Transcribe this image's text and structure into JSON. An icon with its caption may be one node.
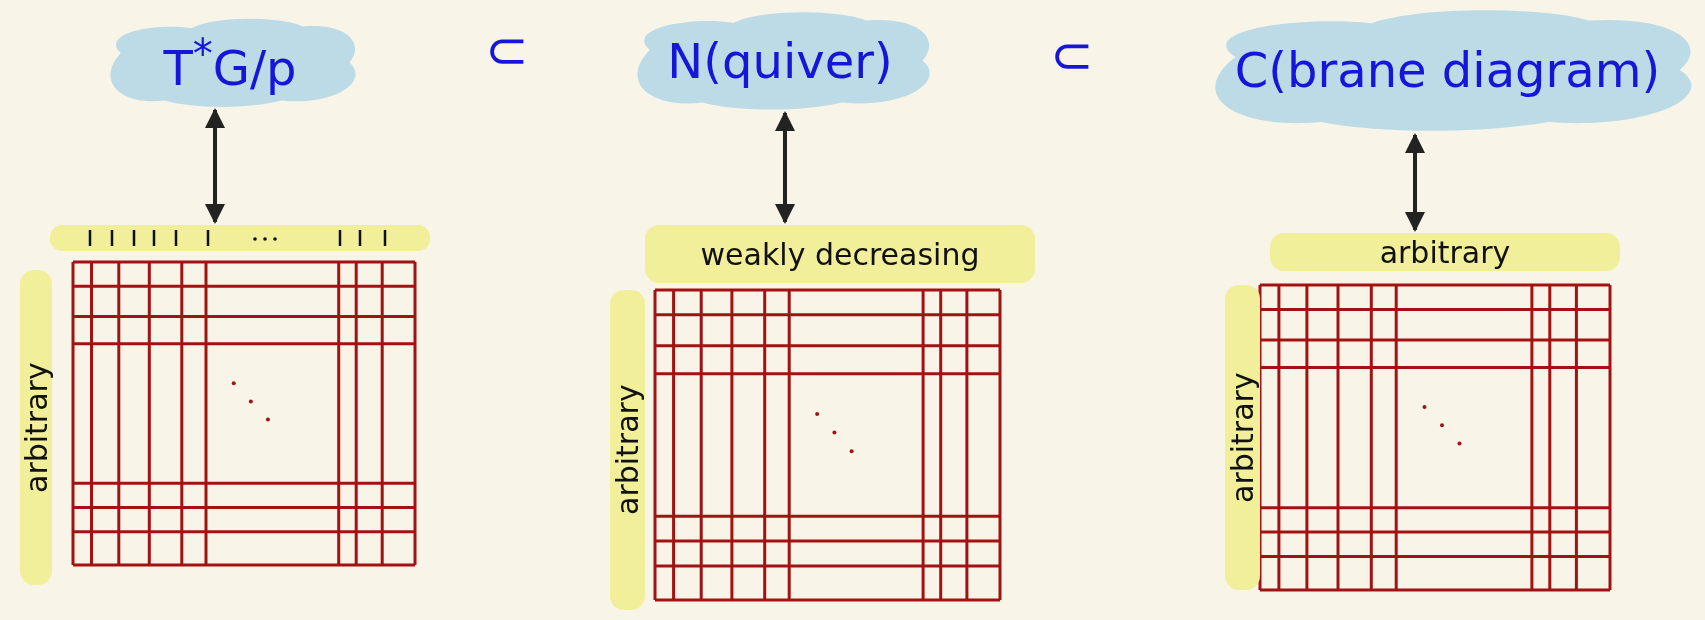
{
  "diagram": {
    "nodes": [
      {
        "text": [
          "T$^{*}$G/p"
        ]
      },
      {
        "text": [
          "N(quiver)"
        ]
      },
      {
        "text": [
          "C(brane diagram)"
        ]
      },
      {
        "text": [
          "arbitrary"
        ]
      },
      {
        "text": [
          "weakly decreasing",
          "arbitrary"
        ]
      },
      {
        "text": [
          "arbitrary",
          "arbitrary"
        ]
      }
    ],
    "edges": [
      {
        "from": 0,
        "to": 3,
        "arrow": "both"
      },
      {
        "from": 1,
        "to": 4,
        "arrow": "both"
      },
      {
        "from": 2,
        "to": 5,
        "arrow": "both"
      }
    ],
    "labels": [
      "⊂",
      "⊂"
    ]
  }
}
